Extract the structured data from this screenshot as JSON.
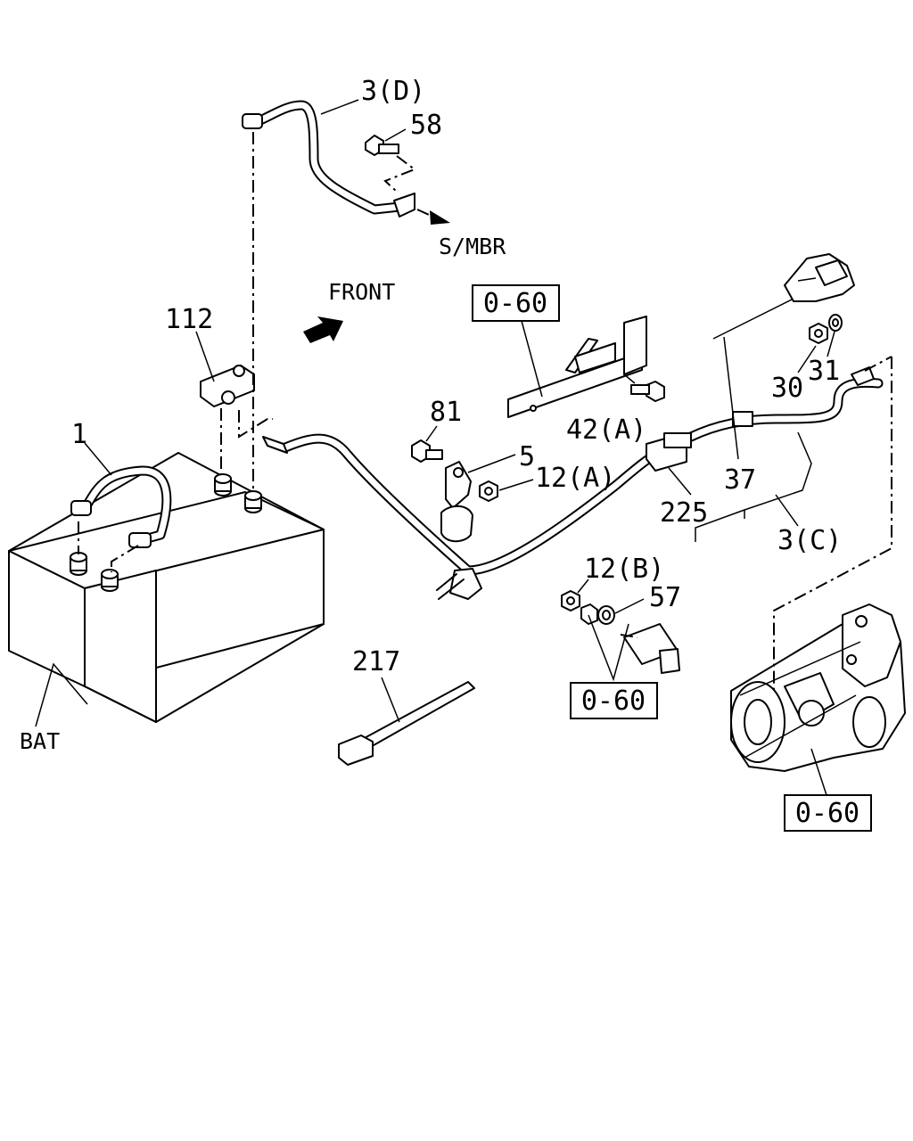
{
  "labels": {
    "front": "FRONT",
    "s_mbr": "S/MBR",
    "bat": "BAT",
    "p1": "1",
    "p3c": "3(C)",
    "p3d": "3(D)",
    "p5": "5",
    "p12a": "12(A)",
    "p12b": "12(B)",
    "p30": "30",
    "p31": "31",
    "p37": "37",
    "p42a": "42(A)",
    "p57": "57",
    "p58": "58",
    "p81": "81",
    "p112": "112",
    "p217": "217",
    "p225": "225"
  },
  "refs": {
    "ref_top": "0-60",
    "ref_mid": "0-60",
    "ref_starter": "0-60"
  }
}
